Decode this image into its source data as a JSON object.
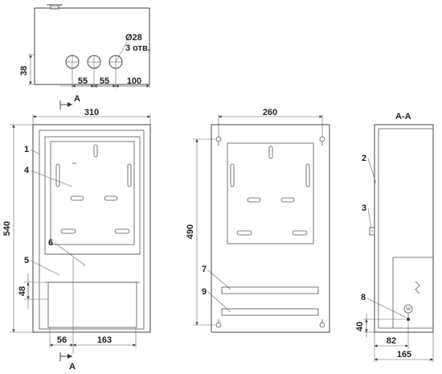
{
  "top_view": {
    "hole_dia": "Ø28",
    "hole_count": "3 отв.",
    "dim_height": "38",
    "dim_pitch_1": "55",
    "dim_pitch_2": "55",
    "dim_offset": "100"
  },
  "front_view": {
    "section_mark_top": "A",
    "section_mark_bottom": "A",
    "dim_width": "310",
    "dim_height": "540",
    "dim_window_h": "48",
    "dim_left": "56",
    "dim_window_w": "163",
    "callouts": [
      "1",
      "4",
      "6",
      "5"
    ]
  },
  "back_view": {
    "dim_width": "260",
    "dim_height": "490",
    "callouts": [
      "7",
      "9"
    ]
  },
  "section_view": {
    "title": "А-А",
    "dim_offset_1": "40",
    "dim_depth_part": "82",
    "dim_depth": "165",
    "callouts": [
      "2",
      "3",
      "8"
    ]
  }
}
